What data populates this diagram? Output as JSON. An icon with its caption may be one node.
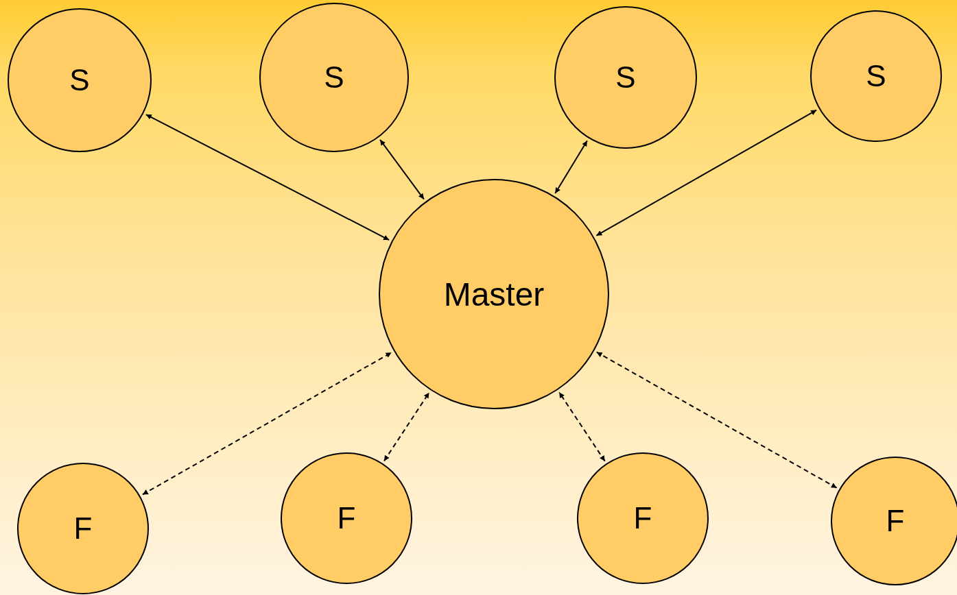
{
  "diagram": {
    "nodes": [
      {
        "text": [
          "S"
        ]
      },
      {
        "text": [
          "S"
        ]
      },
      {
        "text": [
          "S"
        ]
      },
      {
        "text": [
          "S"
        ]
      },
      {
        "text": [
          "Master"
        ]
      },
      {
        "text": [
          "F"
        ]
      },
      {
        "text": [
          "F"
        ]
      },
      {
        "text": [
          "F"
        ]
      },
      {
        "text": [
          "F"
        ]
      }
    ],
    "edges": [
      {
        "from": 0,
        "to": 4,
        "arrow": "both"
      },
      {
        "from": 1,
        "to": 4,
        "arrow": "both"
      },
      {
        "from": 2,
        "to": 4,
        "arrow": "both"
      },
      {
        "from": 3,
        "to": 4,
        "arrow": "both"
      },
      {
        "from": 5,
        "to": 4,
        "arrow": "both",
        "style": "dashed"
      },
      {
        "from": 6,
        "to": 4,
        "arrow": "both",
        "style": "dashed"
      },
      {
        "from": 7,
        "to": 4,
        "arrow": "both",
        "style": "dashed"
      },
      {
        "from": 8,
        "to": 4,
        "arrow": "both",
        "style": "dashed"
      }
    ]
  }
}
